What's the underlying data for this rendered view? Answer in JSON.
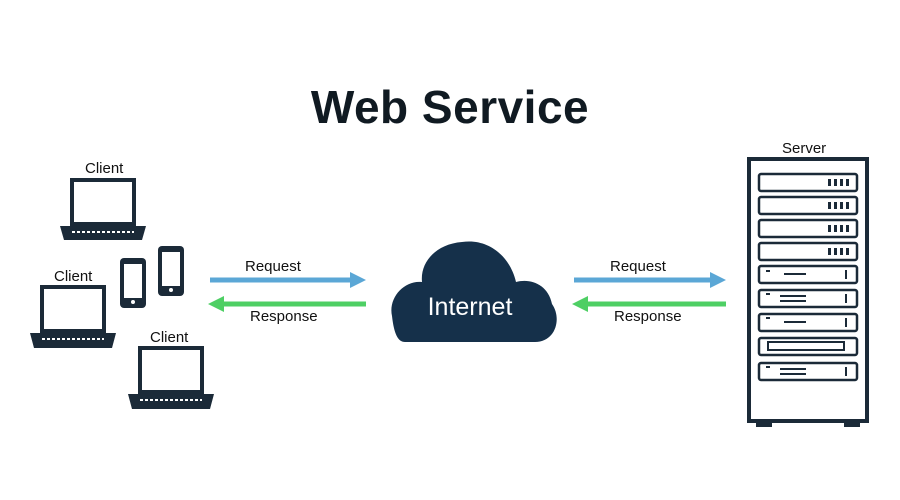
{
  "title": "Web Service",
  "clients": [
    {
      "label": "Client"
    },
    {
      "label": "Client"
    },
    {
      "label": "Client"
    }
  ],
  "server": {
    "label": "Server"
  },
  "cloud": {
    "label": "Internet"
  },
  "arrows": {
    "left": {
      "request": "Request",
      "response": "Response"
    },
    "right": {
      "request": "Request",
      "response": "Response"
    }
  },
  "colors": {
    "device": "#1b2a38",
    "cloud": "#15304a",
    "request_arrow": "#5ba7d6",
    "response_arrow": "#4ecf64"
  }
}
